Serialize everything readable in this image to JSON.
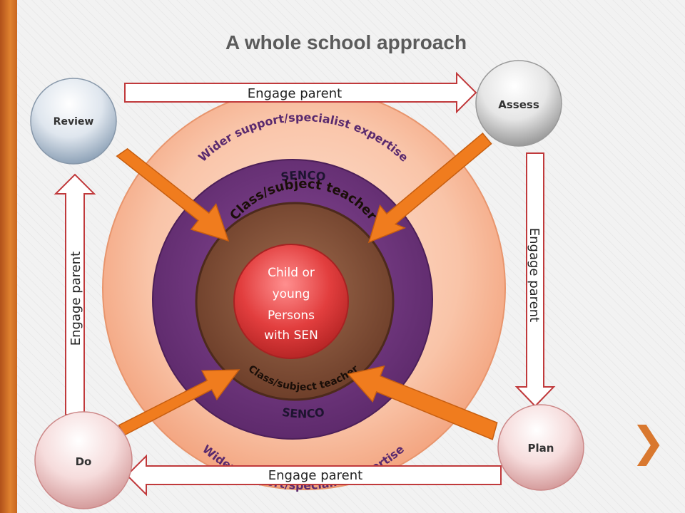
{
  "title": "A whole school approach",
  "stages": {
    "review": "Review",
    "assess": "Assess",
    "plan": "Plan",
    "do": "Do"
  },
  "engage": {
    "top": "Engage parent",
    "right": "Engage  parent",
    "bottom": "Engage parent",
    "left": "Engage parent"
  },
  "rings": {
    "outer_top": "Wider support/specialist  expertise",
    "outer_bottom": "Wider  support/specialist  expertise",
    "senco_top": "SENCO",
    "senco_bottom": "SENCO",
    "teacher_top": "Class/subject teacher",
    "teacher_bottom": "Class/subject  teacher"
  },
  "center": {
    "line1": "Child or",
    "line2": "young",
    "line3": "Persons",
    "line4": "with SEN"
  },
  "nav": {
    "next_icon": "chevron-right-icon"
  },
  "colors": {
    "outer_ring": "#f7b697",
    "senco_ring": "#6b3379",
    "teacher_ring": "#7a4a33",
    "center": "#dd3a3a",
    "arrow_orange": "#f07c1e",
    "engage_arrow_stroke": "#c0393b"
  }
}
